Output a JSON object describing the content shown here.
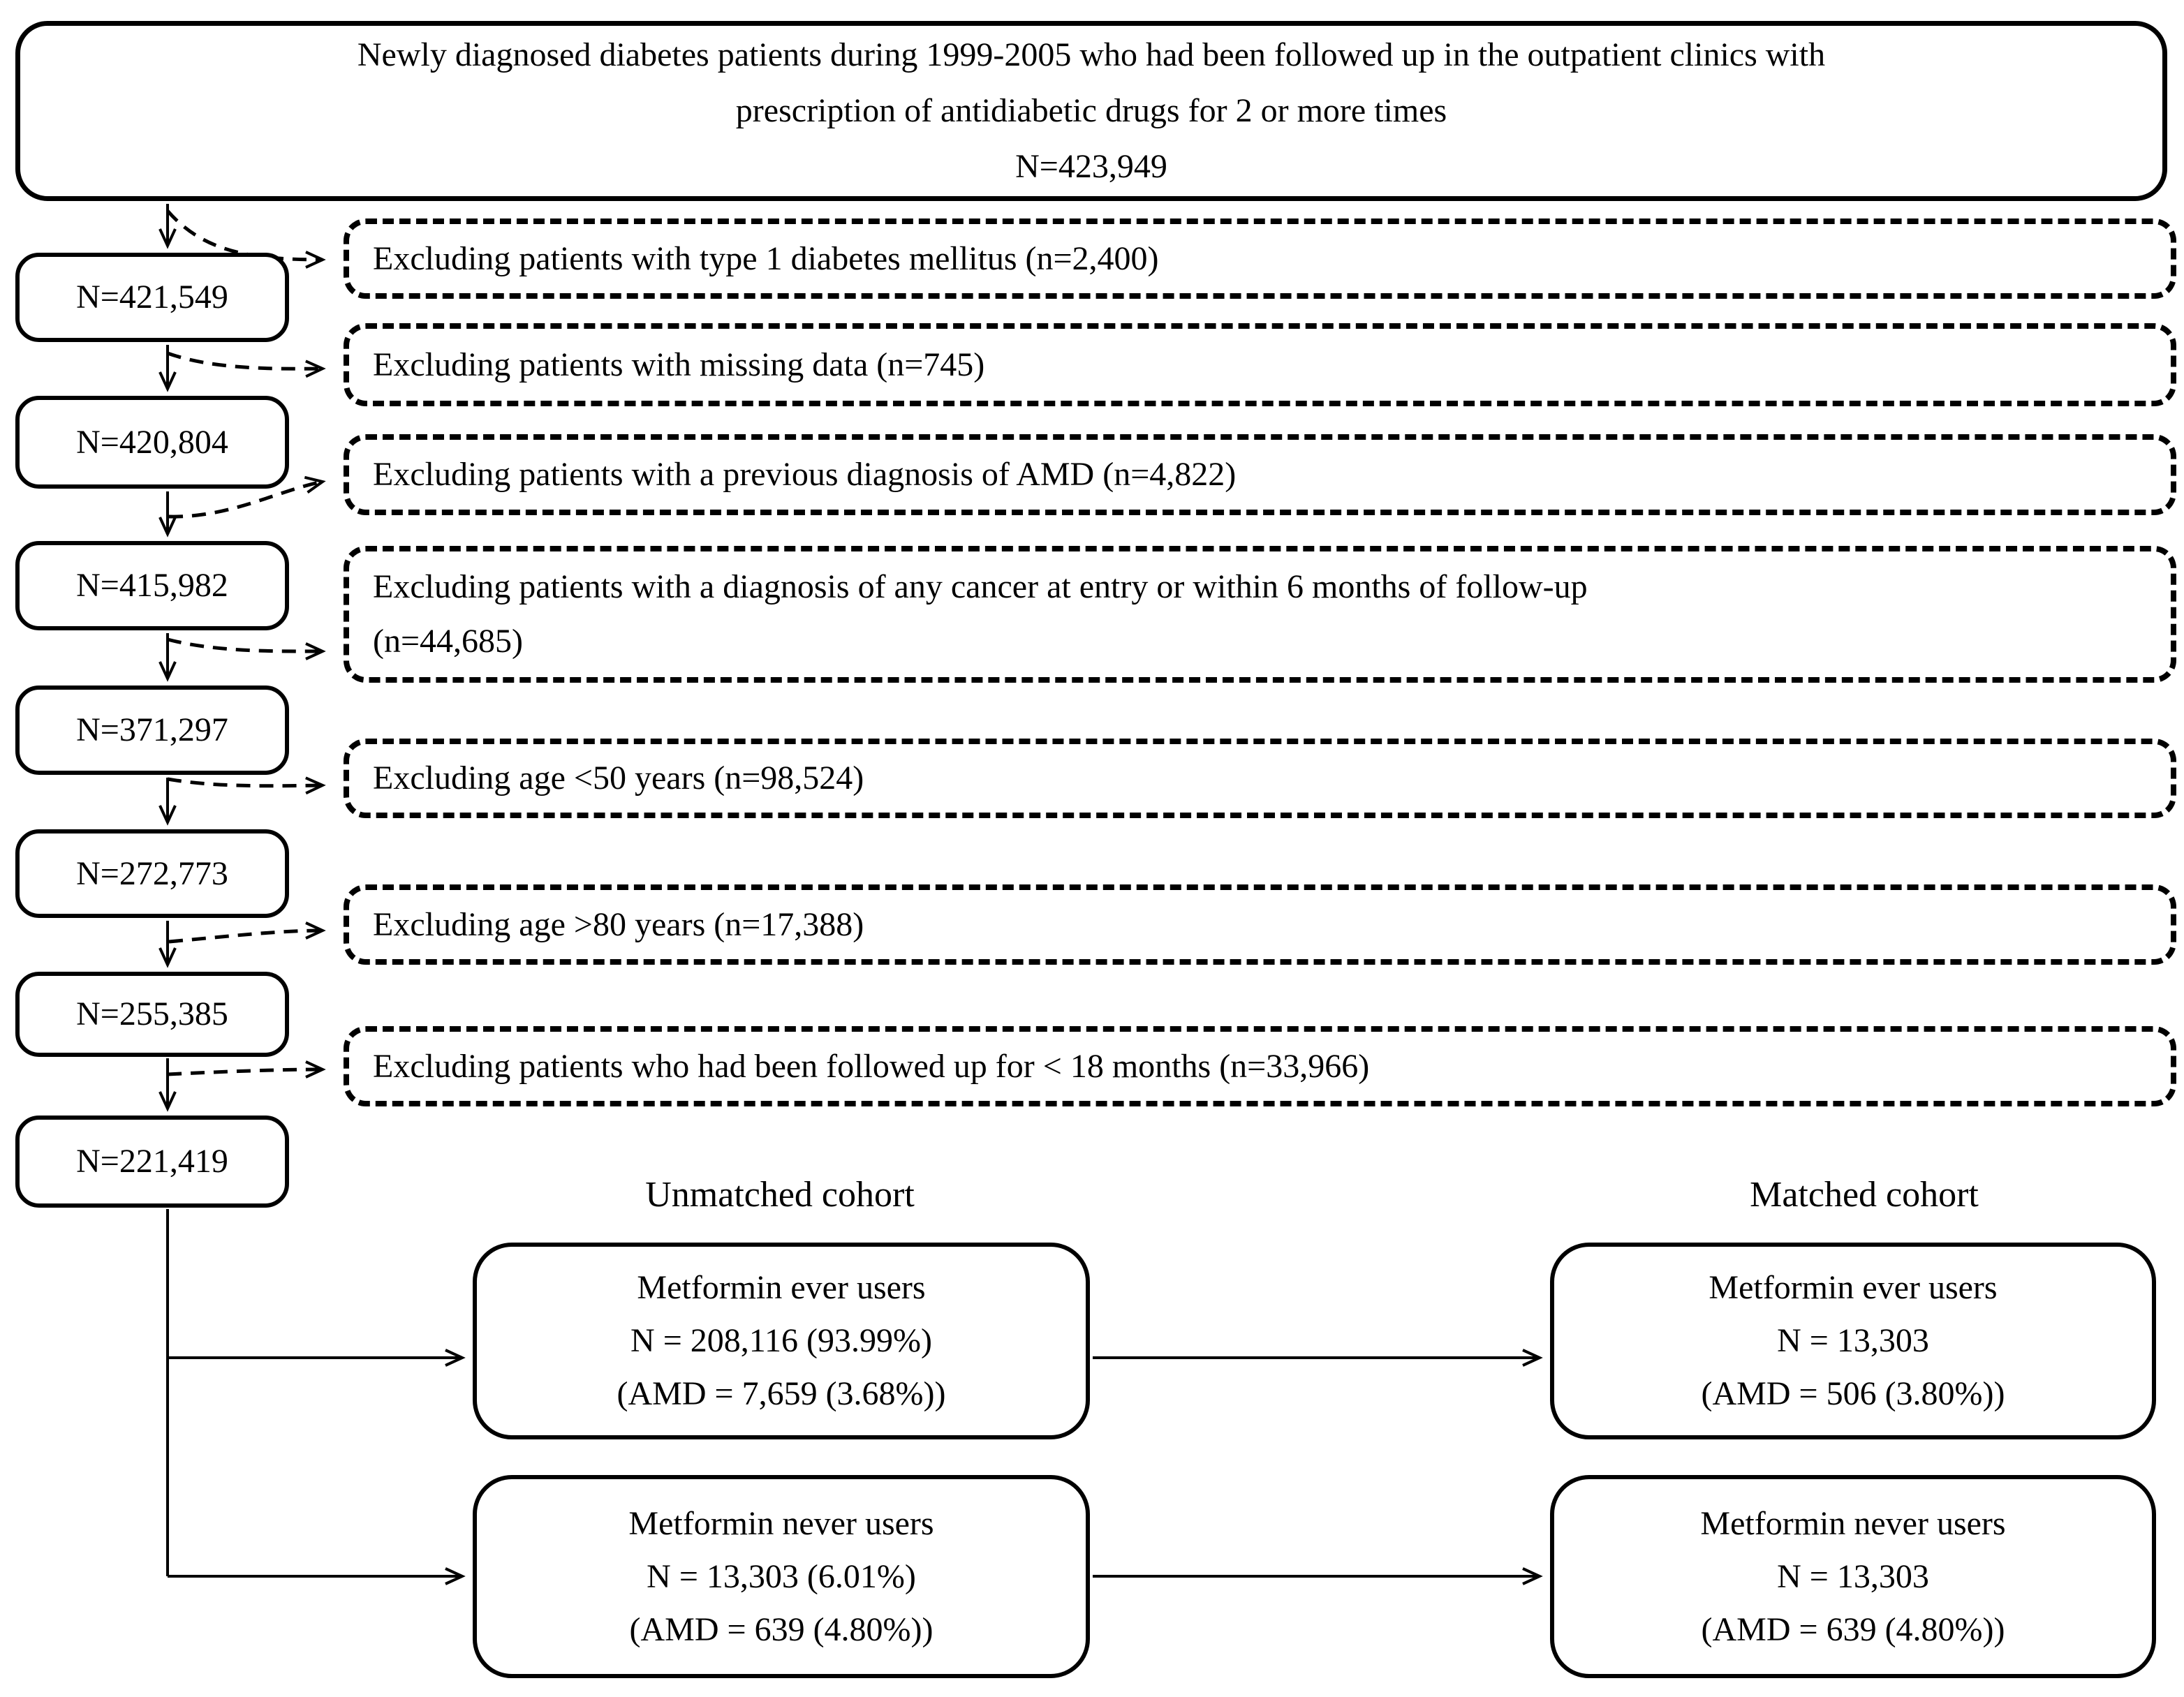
{
  "colors": {
    "line": "#000000",
    "background": "#ffffff",
    "text": "#000000"
  },
  "top_box": {
    "lines": [
      "Newly diagnosed diabetes patients during 1999-2005 who had been followed up in the outpatient clinics with",
      "prescription of antidiabetic drugs for 2 or more times",
      "N=423,949"
    ]
  },
  "n_boxes": [
    "N=421,549",
    "N=420,804",
    "N=415,982",
    "N=371,297",
    "N=272,773",
    "N=255,385",
    "N=221,419"
  ],
  "exclusion_boxes": [
    {
      "lines": [
        "Excluding patients with type 1 diabetes mellitus (n=2,400)"
      ]
    },
    {
      "lines": [
        "Excluding patients with missing data (n=745)"
      ]
    },
    {
      "lines": [
        "Excluding patients with a previous diagnosis of AMD (n=4,822)"
      ]
    },
    {
      "lines": [
        "Excluding patients with a diagnosis of any cancer at entry or within 6 months of follow-up",
        "(n=44,685)"
      ]
    },
    {
      "lines": [
        "Excluding age <50 years (n=98,524)"
      ]
    },
    {
      "lines": [
        "Excluding age >80 years (n=17,388)"
      ]
    },
    {
      "lines": [
        "Excluding patients who had been followed up for < 18 months (n=33,966)"
      ]
    }
  ],
  "cohort_headers": {
    "unmatched": "Unmatched cohort",
    "matched": "Matched cohort"
  },
  "cohort_boxes": {
    "unmatched_ever": {
      "lines": [
        "Metformin ever users",
        "N = 208,116 (93.99%)",
        "(AMD = 7,659 (3.68%))"
      ]
    },
    "unmatched_never": {
      "lines": [
        "Metformin never users",
        "N = 13,303 (6.01%)",
        "(AMD = 639 (4.80%))"
      ]
    },
    "matched_ever": {
      "lines": [
        "Metformin ever users",
        "N = 13,303",
        "(AMD = 506 (3.80%))"
      ]
    },
    "matched_never": {
      "lines": [
        "Metformin never users",
        "N = 13,303",
        "(AMD = 639 (4.80%))"
      ]
    }
  }
}
